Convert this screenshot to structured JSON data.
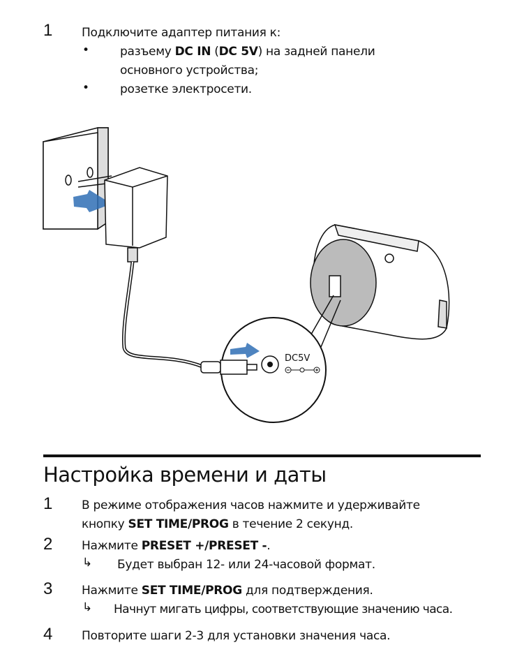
{
  "step_intro": {
    "number": "1",
    "text": "Подключите адаптер питания к:",
    "bullets": [
      {
        "pre": "разъему ",
        "b1": "DC IN",
        "mid1": " (",
        "b2": "DC 5V",
        "post": ") на задней панели",
        "line2": "основного устройства;"
      },
      {
        "text": "розетке электросети."
      }
    ],
    "bullet_symbol": "•"
  },
  "illustration": {
    "jack_label": "DC5V"
  },
  "section": {
    "title": "Настройка времени и даты",
    "arrow_symbol": "↳",
    "steps": [
      {
        "number": "1",
        "line1": "В режиме отображения часов нажмите и удерживайте",
        "line2_pre": "кнопку ",
        "line2_bold": "SET TIME/PROG",
        "line2_post": " в течение 2 секунд."
      },
      {
        "number": "2",
        "pre": "Нажмите ",
        "bold": "PRESET +/PRESET -",
        "post": ".",
        "result": "Будет выбран 12- или 24-часовой формат."
      },
      {
        "number": "3",
        "pre": "Нажмите ",
        "bold": "SET TIME/PROG",
        "post": " для подтверждения.",
        "result": "Начнут мигать цифры, соответствующие значению часа."
      },
      {
        "number": "4",
        "text": "Повторите шаги 2-3 для установки значения часа."
      }
    ]
  }
}
